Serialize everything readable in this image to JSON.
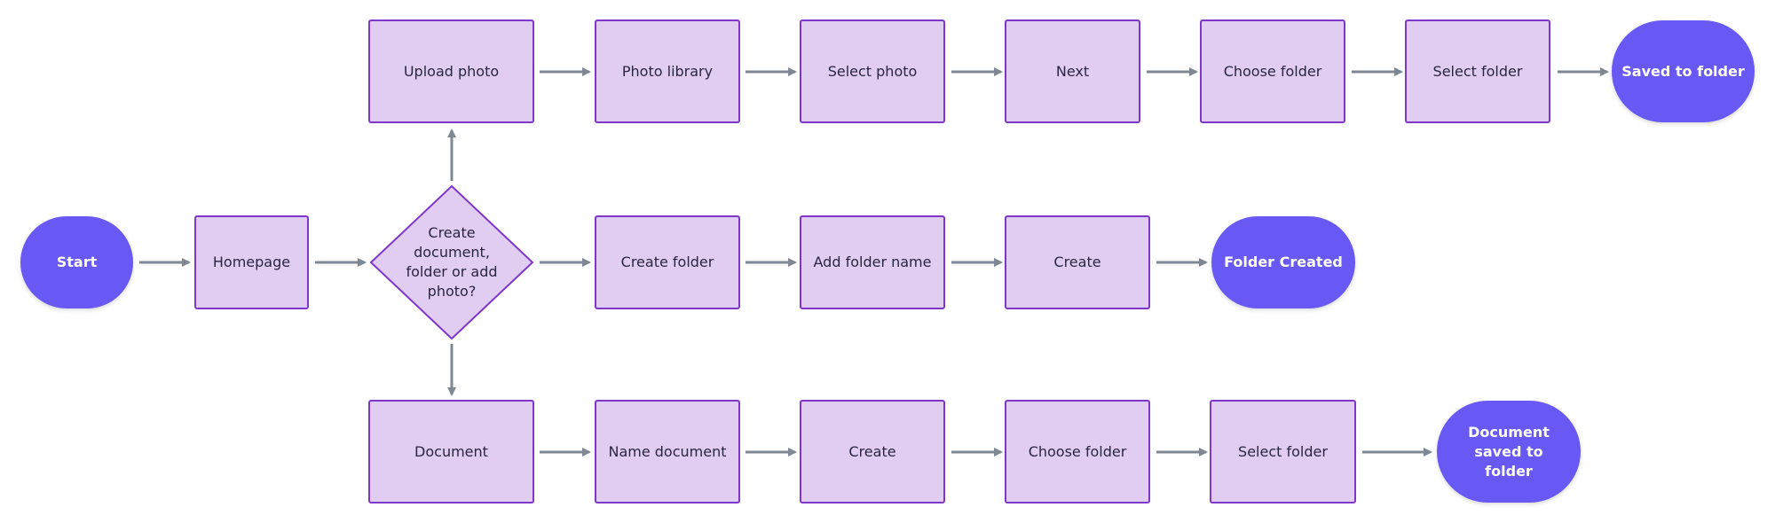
{
  "colors": {
    "process_fill": "#e1cdf2",
    "process_border": "#7e37c9",
    "terminal_fill": "#6859f4",
    "arrow": "#7d8894"
  },
  "flowchart": {
    "start": "Start",
    "homepage": "Homepage",
    "decision": "Create document, folder or add photo?",
    "photo_branch": {
      "upload_photo": "Upload photo",
      "photo_library": "Photo library",
      "select_photo": "Select photo",
      "next": "Next",
      "choose_folder": "Choose folder",
      "select_folder": "Select folder",
      "end": "Saved to folder"
    },
    "folder_branch": {
      "create_folder": "Create folder",
      "add_folder_name": "Add folder name",
      "create": "Create",
      "end": "Folder Created"
    },
    "document_branch": {
      "document": "Document",
      "name_document": "Name document",
      "create": "Create",
      "choose_folder": "Choose folder",
      "select_folder": "Select folder",
      "end": "Document saved to folder"
    }
  }
}
